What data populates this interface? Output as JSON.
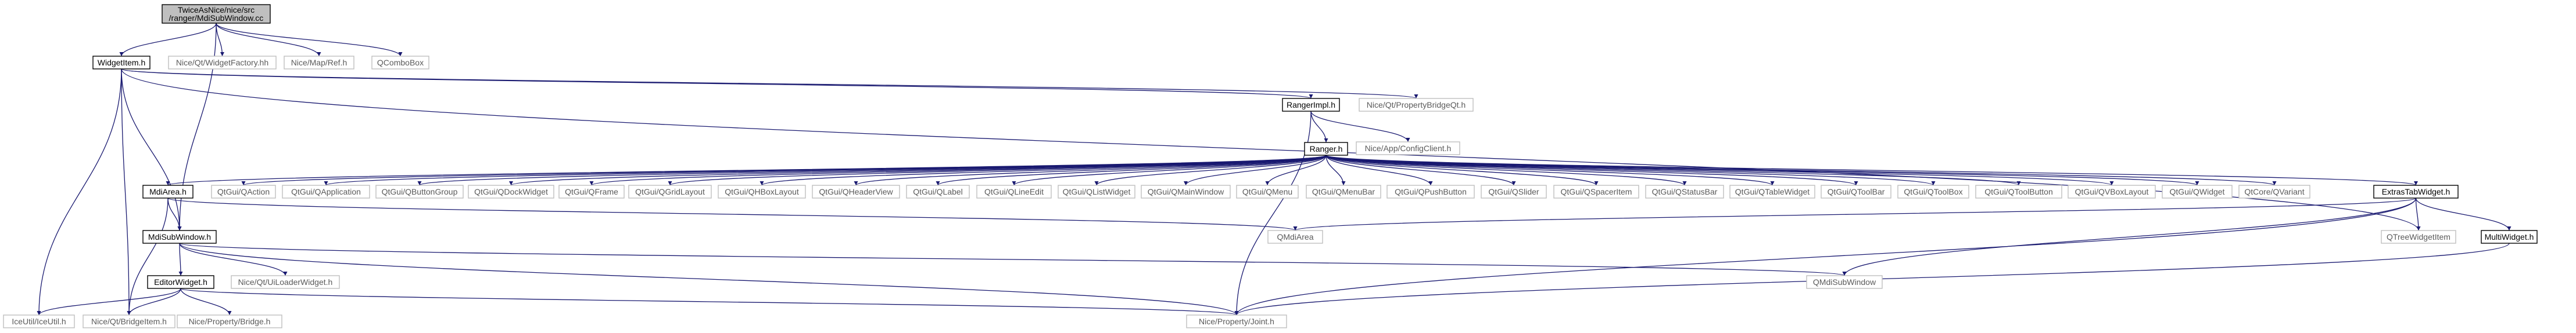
{
  "colors": {
    "edge": "#191970",
    "highlight_fill": "#bfbfbf",
    "external_border": "#bfbfbf",
    "documented_border": "#000000"
  },
  "nodes": [
    {
      "id": "mdi_cc",
      "lines": [
        "TwiceAsNice/nice/src",
        "/ranger/MdiSubWindow.cc"
      ],
      "style": "hl"
    },
    {
      "id": "widgetitem",
      "lines": [
        "WidgetItem.h"
      ],
      "style": "ex"
    },
    {
      "id": "qtwidgetfactory",
      "lines": [
        "Nice/Qt/WidgetFactory.hh"
      ],
      "style": "ext"
    },
    {
      "id": "mapref",
      "lines": [
        "Nice/Map/Ref.h"
      ],
      "style": "ext"
    },
    {
      "id": "qcombobox",
      "lines": [
        "QComboBox"
      ],
      "style": "ext"
    },
    {
      "id": "rangerimpl",
      "lines": [
        "RangerImpl.h"
      ],
      "style": "ex"
    },
    {
      "id": "propbridgeqt",
      "lines": [
        "Nice/Qt/PropertyBridgeQt.h"
      ],
      "style": "ext"
    },
    {
      "id": "configclient",
      "lines": [
        "Nice/App/ConfigClient.h"
      ],
      "style": "ext"
    },
    {
      "id": "ranger",
      "lines": [
        "Ranger.h"
      ],
      "style": "ex"
    },
    {
      "id": "mdiarea",
      "lines": [
        "MdiArea.h"
      ],
      "style": "ex"
    },
    {
      "id": "qaction",
      "lines": [
        "QtGui/QAction"
      ],
      "style": "ext"
    },
    {
      "id": "qapplication",
      "lines": [
        "QtGui/QApplication"
      ],
      "style": "ext"
    },
    {
      "id": "qbuttongroup",
      "lines": [
        "QtGui/QButtonGroup"
      ],
      "style": "ext"
    },
    {
      "id": "qdockwidget",
      "lines": [
        "QtGui/QDockWidget"
      ],
      "style": "ext"
    },
    {
      "id": "qframe",
      "lines": [
        "QtGui/QFrame"
      ],
      "style": "ext"
    },
    {
      "id": "qgridlayout",
      "lines": [
        "QtGui/QGridLayout"
      ],
      "style": "ext"
    },
    {
      "id": "qhboxlayout",
      "lines": [
        "QtGui/QHBoxLayout"
      ],
      "style": "ext"
    },
    {
      "id": "qheaderview",
      "lines": [
        "QtGui/QHeaderView"
      ],
      "style": "ext"
    },
    {
      "id": "qlabel",
      "lines": [
        "QtGui/QLabel"
      ],
      "style": "ext"
    },
    {
      "id": "qlineedit",
      "lines": [
        "QtGui/QLineEdit"
      ],
      "style": "ext"
    },
    {
      "id": "qlistwidget",
      "lines": [
        "QtGui/QListWidget"
      ],
      "style": "ext"
    },
    {
      "id": "qmainwindow",
      "lines": [
        "QtGui/QMainWindow"
      ],
      "style": "ext"
    },
    {
      "id": "qmenu",
      "lines": [
        "QtGui/QMenu"
      ],
      "style": "ext"
    },
    {
      "id": "qmenubar",
      "lines": [
        "QtGui/QMenuBar"
      ],
      "style": "ext"
    },
    {
      "id": "qpushbutton",
      "lines": [
        "QtGui/QPushButton"
      ],
      "style": "ext"
    },
    {
      "id": "qslider",
      "lines": [
        "QtGui/QSlider"
      ],
      "style": "ext"
    },
    {
      "id": "qspaceritem",
      "lines": [
        "QtGui/QSpacerItem"
      ],
      "style": "ext"
    },
    {
      "id": "qstatusbar",
      "lines": [
        "QtGui/QStatusBar"
      ],
      "style": "ext"
    },
    {
      "id": "qtablewidget",
      "lines": [
        "QtGui/QTableWidget"
      ],
      "style": "ext"
    },
    {
      "id": "qtoolbar",
      "lines": [
        "QtGui/QToolBar"
      ],
      "style": "ext"
    },
    {
      "id": "qtoolbox",
      "lines": [
        "QtGui/QToolBox"
      ],
      "style": "ext"
    },
    {
      "id": "qtoolbutton",
      "lines": [
        "QtGui/QToolButton"
      ],
      "style": "ext"
    },
    {
      "id": "qvboxlayout",
      "lines": [
        "QtGui/QVBoxLayout"
      ],
      "style": "ext"
    },
    {
      "id": "qwidget",
      "lines": [
        "QtGui/QWidget"
      ],
      "style": "ext"
    },
    {
      "id": "qvariant",
      "lines": [
        "QtCore/QVariant"
      ],
      "style": "ext"
    },
    {
      "id": "extrastabwidget",
      "lines": [
        "ExtrasTabWidget.h"
      ],
      "style": "ex"
    },
    {
      "id": "mdisubwindow_h",
      "lines": [
        "MdiSubWindow.h"
      ],
      "style": "ex"
    },
    {
      "id": "qmdiarea",
      "lines": [
        "QMdiArea"
      ],
      "style": "ext"
    },
    {
      "id": "qtreewidgetitem",
      "lines": [
        "QTreeWidgetItem"
      ],
      "style": "ext"
    },
    {
      "id": "multiwidget",
      "lines": [
        "MultiWidget.h"
      ],
      "style": "ex"
    },
    {
      "id": "editorwidget",
      "lines": [
        "EditorWidget.h"
      ],
      "style": "ex"
    },
    {
      "id": "uiloaderwidget",
      "lines": [
        "Nice/Qt/UiLoaderWidget.h"
      ],
      "style": "ext"
    },
    {
      "id": "qmdisubwindow",
      "lines": [
        "QMdiSubWindow"
      ],
      "style": "ext"
    },
    {
      "id": "iceutil",
      "lines": [
        "IceUtil/IceUtil.h"
      ],
      "style": "ext"
    },
    {
      "id": "qtbridgeitem",
      "lines": [
        "Nice/Qt/BridgeItem.h"
      ],
      "style": "ext"
    },
    {
      "id": "propertybridge",
      "lines": [
        "Nice/Property/Bridge.h"
      ],
      "style": "ext"
    },
    {
      "id": "propertyjoint",
      "lines": [
        "Nice/Property/Joint.h"
      ],
      "style": "ext"
    }
  ],
  "edges": [
    [
      "mdi_cc",
      "widgetitem"
    ],
    [
      "mdi_cc",
      "qtwidgetfactory"
    ],
    [
      "mdi_cc",
      "mapref"
    ],
    [
      "mdi_cc",
      "qcombobox"
    ],
    [
      "mdi_cc",
      "mdisubwindow_h"
    ],
    [
      "widgetitem",
      "rangerimpl"
    ],
    [
      "widgetitem",
      "propbridgeqt"
    ],
    [
      "widgetitem",
      "mdisubwindow_h"
    ],
    [
      "widgetitem",
      "iceutil"
    ],
    [
      "widgetitem",
      "qtbridgeitem"
    ],
    [
      "widgetitem",
      "qtreewidgetitem"
    ],
    [
      "rangerimpl",
      "configclient"
    ],
    [
      "rangerimpl",
      "ranger"
    ],
    [
      "rangerimpl",
      "propertyjoint"
    ],
    [
      "ranger",
      "mdiarea"
    ],
    [
      "ranger",
      "qaction"
    ],
    [
      "ranger",
      "qapplication"
    ],
    [
      "ranger",
      "qbuttongroup"
    ],
    [
      "ranger",
      "qdockwidget"
    ],
    [
      "ranger",
      "qframe"
    ],
    [
      "ranger",
      "qgridlayout"
    ],
    [
      "ranger",
      "qhboxlayout"
    ],
    [
      "ranger",
      "qheaderview"
    ],
    [
      "ranger",
      "qlabel"
    ],
    [
      "ranger",
      "qlineedit"
    ],
    [
      "ranger",
      "qlistwidget"
    ],
    [
      "ranger",
      "qmainwindow"
    ],
    [
      "ranger",
      "qmenu"
    ],
    [
      "ranger",
      "qmenubar"
    ],
    [
      "ranger",
      "qpushbutton"
    ],
    [
      "ranger",
      "qslider"
    ],
    [
      "ranger",
      "qspaceritem"
    ],
    [
      "ranger",
      "qstatusbar"
    ],
    [
      "ranger",
      "qtablewidget"
    ],
    [
      "ranger",
      "qtoolbar"
    ],
    [
      "ranger",
      "qtoolbox"
    ],
    [
      "ranger",
      "qtoolbutton"
    ],
    [
      "ranger",
      "qvboxlayout"
    ],
    [
      "ranger",
      "qwidget"
    ],
    [
      "ranger",
      "qvariant"
    ],
    [
      "ranger",
      "extrastabwidget"
    ],
    [
      "mdiarea",
      "mdisubwindow_h"
    ],
    [
      "mdiarea",
      "qmdiarea"
    ],
    [
      "mdiarea",
      "qtbridgeitem"
    ],
    [
      "extrastabwidget",
      "qmdiarea"
    ],
    [
      "extrastabwidget",
      "qtreewidgetitem"
    ],
    [
      "extrastabwidget",
      "multiwidget"
    ],
    [
      "extrastabwidget",
      "qmdisubwindow"
    ],
    [
      "extrastabwidget",
      "propertyjoint"
    ],
    [
      "multiwidget",
      "propertyjoint"
    ],
    [
      "mdisubwindow_h",
      "editorwidget"
    ],
    [
      "mdisubwindow_h",
      "uiloaderwidget"
    ],
    [
      "mdisubwindow_h",
      "qmdisubwindow"
    ],
    [
      "mdisubwindow_h",
      "propertyjoint"
    ],
    [
      "editorwidget",
      "iceutil"
    ],
    [
      "editorwidget",
      "qtbridgeitem"
    ],
    [
      "editorwidget",
      "propertybridge"
    ],
    [
      "editorwidget",
      "propertyjoint"
    ]
  ]
}
